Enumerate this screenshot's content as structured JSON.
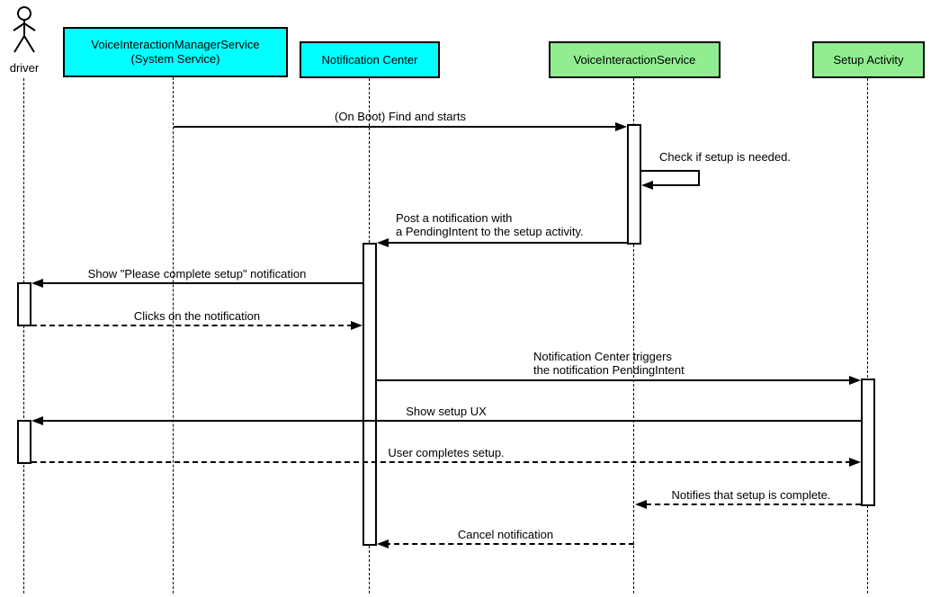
{
  "diagram": {
    "type": "uml-sequence-diagram",
    "actor": {
      "name": "driver"
    },
    "participants": [
      {
        "label": "VoiceInteractionManagerService\n(System Service)",
        "fill": "#00ffff"
      },
      {
        "label": "Notification Center",
        "fill": "#00ffff"
      },
      {
        "label": "VoiceInteractionService",
        "fill": "#90ee90"
      },
      {
        "label": "Setup Activity",
        "fill": "#90ee90"
      }
    ],
    "colors": {
      "participant_cyan": "#00ffff",
      "participant_green": "#90ee90",
      "line": "#000000",
      "background": "#ffffff"
    },
    "messages": [
      {
        "label": "(On Boot) Find and starts",
        "style": "solid",
        "from": "VoiceInteractionManagerService (System Service)",
        "to": "VoiceInteractionService"
      },
      {
        "label": "Check if setup is needed.",
        "style": "self",
        "from": "VoiceInteractionService",
        "to": "VoiceInteractionService"
      },
      {
        "label": "Post a notification with\na PendingIntent to the setup activity.",
        "style": "solid",
        "from": "VoiceInteractionService",
        "to": "Notification Center"
      },
      {
        "label": "Show \"Please complete setup\" notification",
        "style": "solid",
        "from": "Notification Center",
        "to": "driver"
      },
      {
        "label": "Clicks on the notification",
        "style": "dashed",
        "from": "driver",
        "to": "Notification Center"
      },
      {
        "label": "Notification Center triggers\nthe notification PendingIntent",
        "style": "solid",
        "from": "Notification Center",
        "to": "Setup Activity"
      },
      {
        "label": "Show setup UX",
        "style": "solid",
        "from": "Setup Activity",
        "to": "driver"
      },
      {
        "label": "User completes setup.",
        "style": "dashed",
        "from": "driver",
        "to": "Setup Activity"
      },
      {
        "label": "Notifies that setup is complete.",
        "style": "dashed",
        "from": "Setup Activity",
        "to": "VoiceInteractionService"
      },
      {
        "label": "Cancel notification",
        "style": "dashed",
        "from": "VoiceInteractionService",
        "to": "Notification Center"
      }
    ]
  }
}
